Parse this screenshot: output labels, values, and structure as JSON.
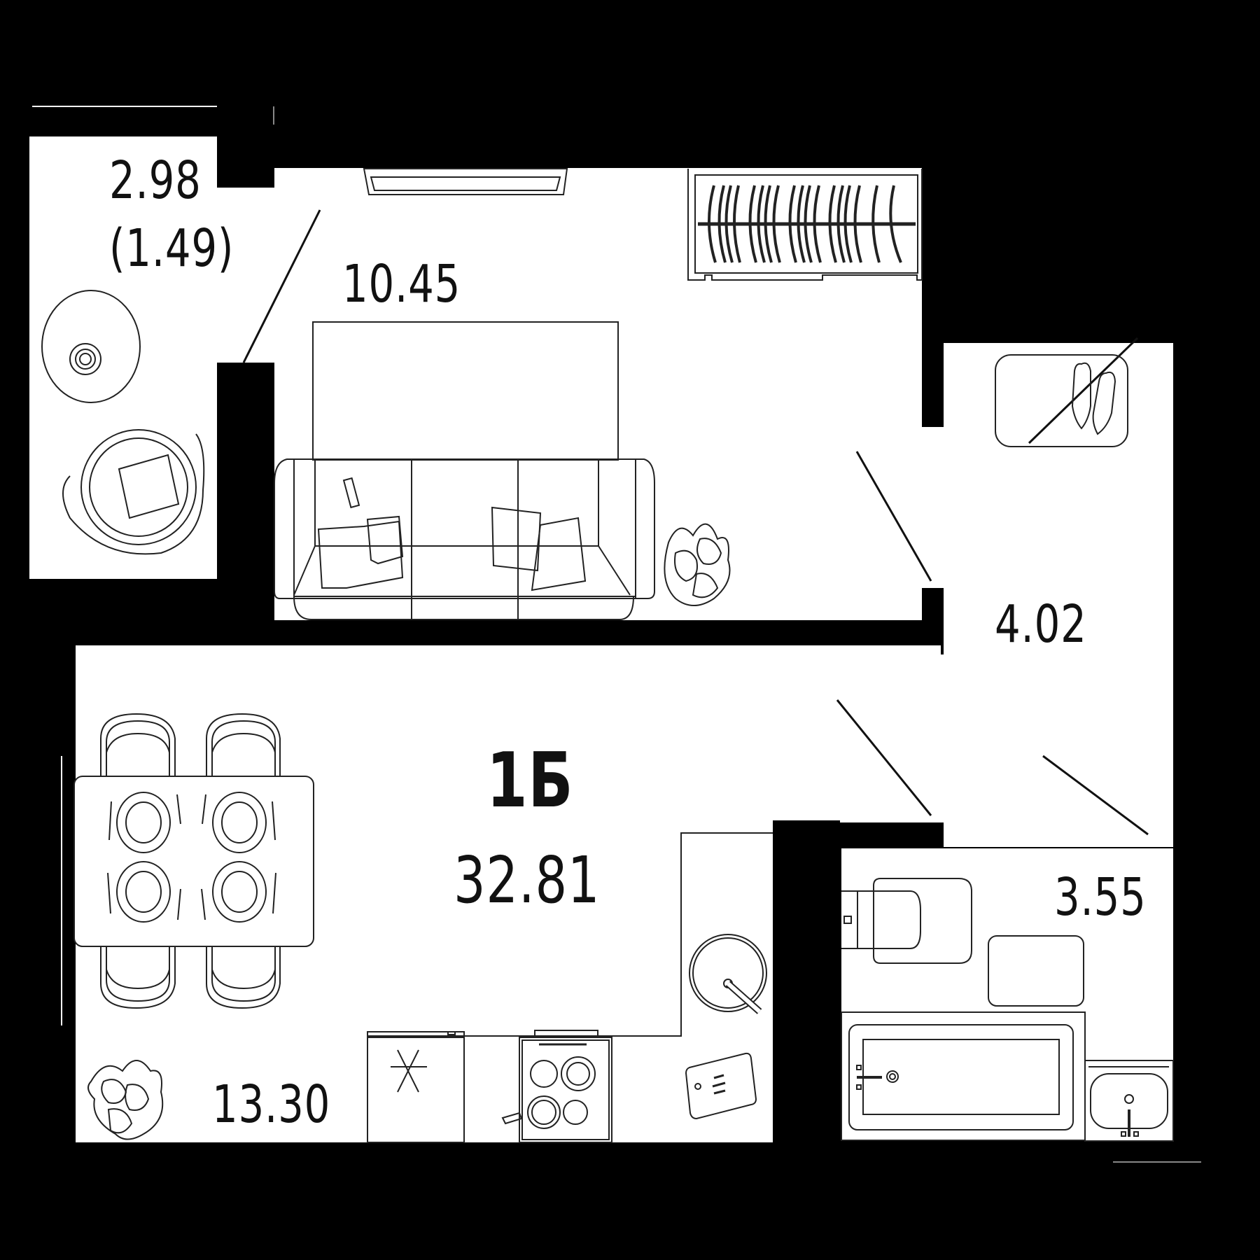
{
  "plan": {
    "apartment_type": "1Б",
    "total_area": "32.81",
    "colors": {
      "wall": "#000000",
      "floor": "#ffffff",
      "line": "#222222"
    }
  },
  "rooms": [
    {
      "id": "balcony",
      "area": "2.98",
      "reduced_area": "(1.49)"
    },
    {
      "id": "bedroom",
      "area": "10.45"
    },
    {
      "id": "hallway",
      "area": "4.02"
    },
    {
      "id": "bathroom",
      "area": "3.55"
    },
    {
      "id": "kitchen-living",
      "area": "13.30"
    }
  ],
  "furniture": {
    "balcony": [
      "round-table-icon",
      "armchair-icon"
    ],
    "bedroom": [
      "window-icon",
      "wardrobe-icon",
      "bed-icon",
      "sofa-icon",
      "pillow-icon",
      "remote-icon",
      "plant-icon"
    ],
    "hallway": [
      "shoe-mat-icon",
      "shoes-icon"
    ],
    "bathroom": [
      "toilet-icon",
      "bath-mat-icon",
      "bathtub-icon",
      "sink-icon"
    ],
    "kitchen": [
      "dining-table-icon",
      "chair-icon",
      "plate-icon",
      "plant-icon",
      "fridge-icon",
      "stove-icon",
      "kitchen-sink-icon",
      "cutting-board-icon"
    ]
  }
}
